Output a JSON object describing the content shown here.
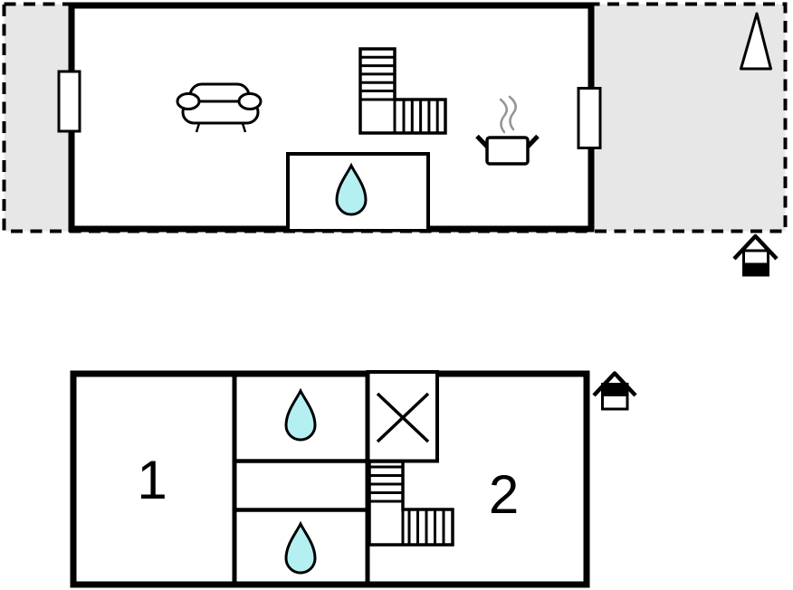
{
  "page": {
    "type": "floor-plan-drawing",
    "background": "#ffffff"
  },
  "colors": {
    "line": "#000000",
    "terrace_fill": "#e7e7e7",
    "building_fill": "#ffffff",
    "water_drop_fill": "#b4f0f2",
    "steam": "#949494",
    "label_color": "#000000"
  },
  "ground_floor": {
    "name": "ground floor plan",
    "features": [
      "terrace-dashed-outline",
      "left-window",
      "right-window",
      "sofa",
      "l-shaped-staircase",
      "bathroom-with-water-drop",
      "cooking-pot-with-steam",
      "tree-marker",
      "ground-floor-house-indicator"
    ]
  },
  "upper_floor": {
    "name": "upper floor plan",
    "room1_label": "1",
    "room2_label": "2",
    "features": [
      "bathroom-water-drop-top",
      "hallway",
      "bathroom-water-drop-bottom",
      "wardrobe-x-box",
      "l-shaped-staircase",
      "upper-floor-house-indicator"
    ]
  }
}
